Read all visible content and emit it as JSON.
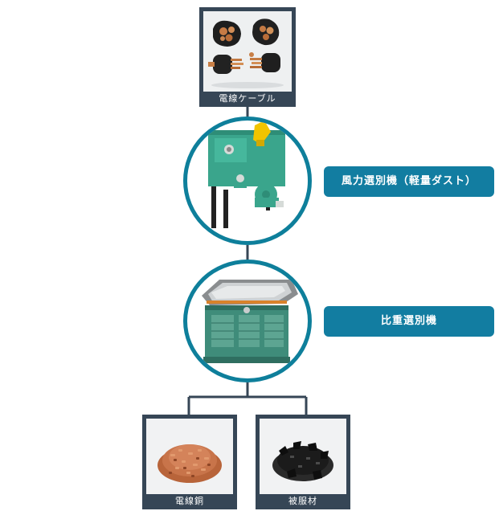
{
  "nodes": {
    "input": {
      "caption": "電線ケーブル"
    },
    "stage1": {
      "label": "風力選別機（軽量ダスト）"
    },
    "stage2": {
      "label": "比重選別機"
    },
    "output_left": {
      "caption": "電線銅"
    },
    "output_right": {
      "caption": "被服材"
    }
  },
  "colors": {
    "line": "#364656",
    "circle_border": "#0e7f9b",
    "pill": "#127da1",
    "card": "#364656"
  },
  "icons": {
    "input_photo": "cable-cut-sections-photo",
    "stage1_photo": "air-separator-machine-photo",
    "stage2_photo": "gravity-separator-machine-photo",
    "output_left_photo": "copper-granules-photo",
    "output_right_photo": "insulation-fragments-photo"
  }
}
